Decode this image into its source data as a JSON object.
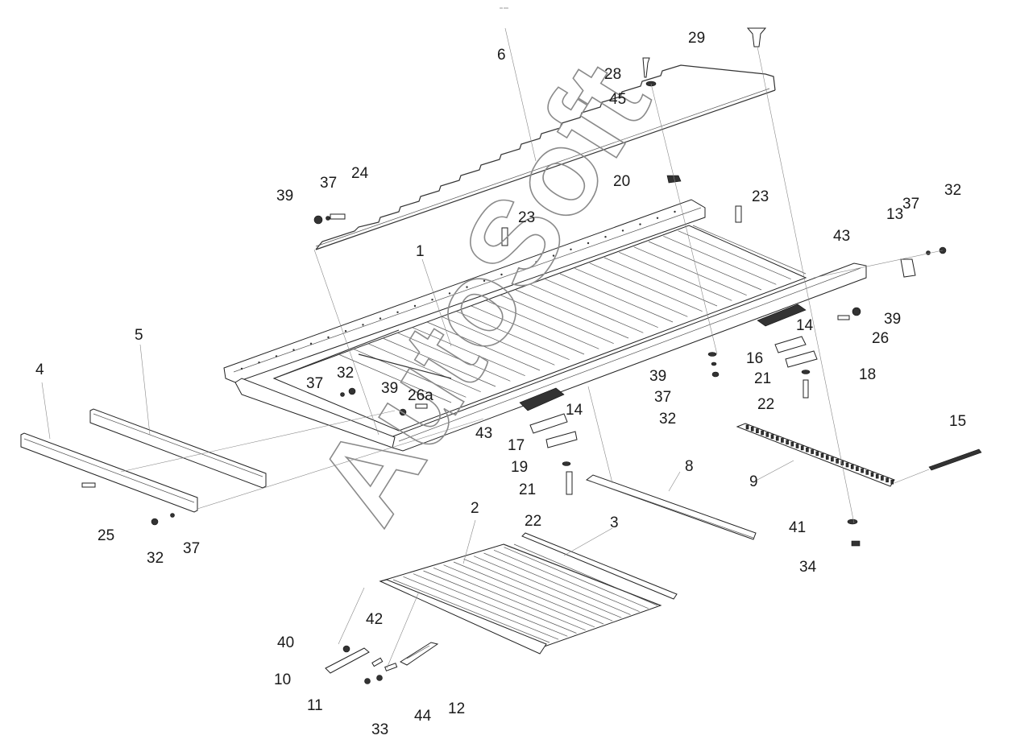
{
  "header_text": "ᵃᵃ ᵃᵃᵃ",
  "watermark": "AutoSoft",
  "labels": {
    "l1": "1",
    "l2": "2",
    "l3": "3",
    "l4": "4",
    "l5": "5",
    "l6": "6",
    "l8": "8",
    "l9": "9",
    "l10": "10",
    "l11": "11",
    "l12": "12",
    "l13": "13",
    "l14a": "14",
    "l14b": "14",
    "l15": "15",
    "l16": "16",
    "l17": "17",
    "l18": "18",
    "l19": "19",
    "l20": "20",
    "l21a": "21",
    "l21b": "21",
    "l22a": "22",
    "l22b": "22",
    "l23a": "23",
    "l23b": "23",
    "l24": "24",
    "l25": "25",
    "l26": "26",
    "l26a": "26a",
    "l28": "28",
    "l29": "29",
    "l32a": "32",
    "l32b": "32",
    "l32c": "32",
    "l32d": "32",
    "l33": "33",
    "l34": "34",
    "l37a": "37",
    "l37b": "37",
    "l37c": "37",
    "l37d": "37",
    "l37e": "37",
    "l39a": "39",
    "l39b": "39",
    "l39c": "39",
    "l39d": "39",
    "l40": "40",
    "l41": "41",
    "l42": "42",
    "l43a": "43",
    "l43b": "43",
    "l44": "44",
    "l45": "45"
  }
}
